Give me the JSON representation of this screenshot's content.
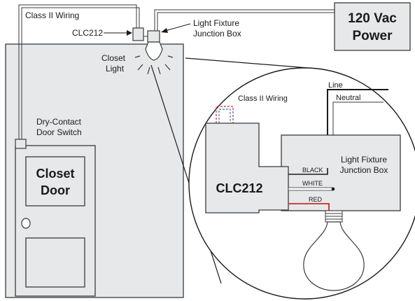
{
  "labels": {
    "class2_wiring": "Class II Wiring",
    "clc212": "CLC212",
    "light_fixture_line1": "Light Fixture",
    "light_fixture_line2": "Junction Box",
    "power_line1": "120 Vac",
    "power_line2": "Power",
    "closet_light_line1": "Closet",
    "closet_light_line2": "Light",
    "door_switch_line1": "Dry-Contact",
    "door_switch_line2": "Door Switch",
    "closet_door_line1": "Closet",
    "closet_door_line2": "Door"
  },
  "detail": {
    "class2_wiring": "Class II Wiring",
    "line": "Line",
    "neutral": "Neutral",
    "clc212": "CLC212",
    "junction_line1": "Light Fixture",
    "junction_line2": "Junction Box",
    "black": "BLACK",
    "white": "WHITE",
    "red": "RED"
  },
  "colors": {
    "panel": "#e6e8ea",
    "stroke": "#3a3a3a",
    "red_wire": "#cc2a2a",
    "blue_wire": "#3a6fc7",
    "white_wire_fill": "#ffffff"
  }
}
